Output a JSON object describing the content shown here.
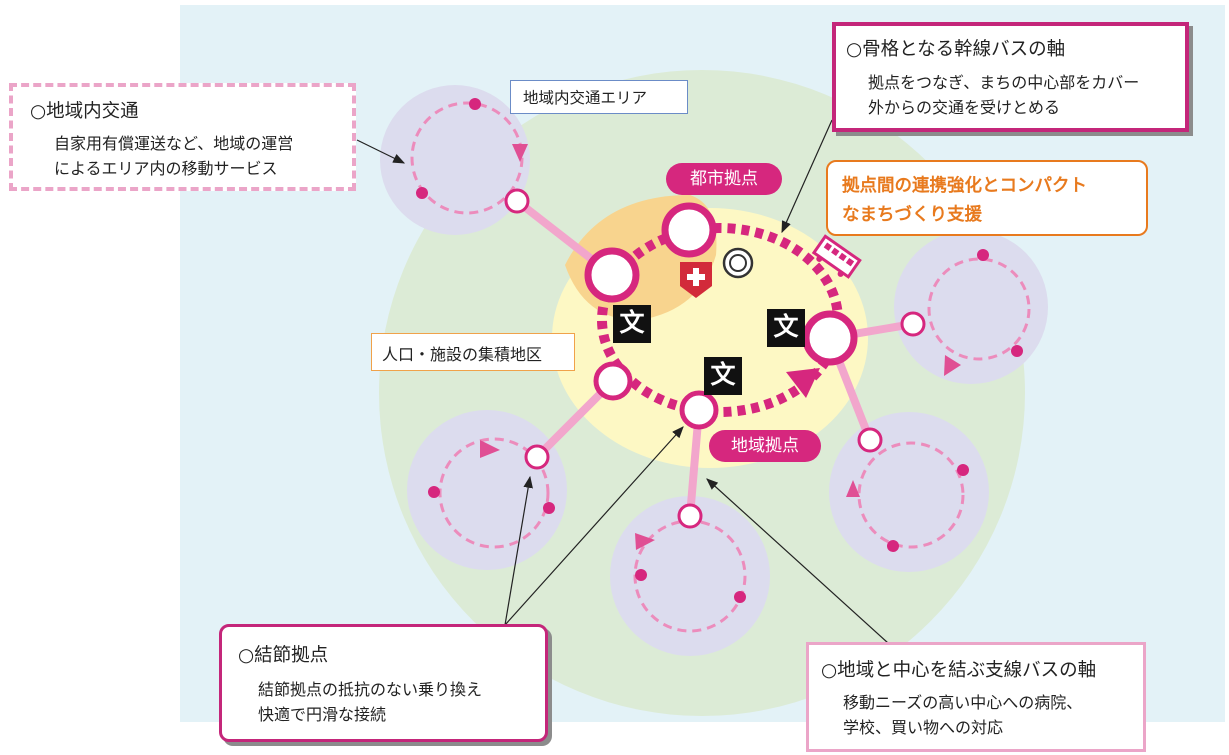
{
  "labels": {
    "area_label": "地域内交通エリア",
    "toshi_kyoten": "都市拠点",
    "chiiki_kyoten": "地域拠点",
    "shuseki": "人口・施設の集積地区",
    "school_symbol": "文"
  },
  "callouts": {
    "local_transport": {
      "title": "○地域内交通",
      "lines": [
        "自家用有償運送など、地域の運営",
        "によるエリア内の移動サービス"
      ]
    },
    "trunk_bus": {
      "title": "○骨格となる幹線バスの軸",
      "lines": [
        "拠点をつなぎ、まちの中心部をカバー",
        "外からの交通を受けとめる"
      ]
    },
    "compact": {
      "lines": [
        "拠点間の連携強化とコンパクト",
        "なまちづくり支援"
      ]
    },
    "node": {
      "title": "○結節拠点",
      "lines": [
        "結節拠点の抵抗のない乗り換え",
        "快適で円滑な接続"
      ]
    },
    "branch_bus": {
      "title": "○地域と中心を結ぶ支線バスの軸",
      "lines": [
        "移動ニーズの高い中心への病院、",
        "学校、買い物への対応"
      ]
    }
  },
  "colors": {
    "background": "#e3f2f7",
    "outer_green": "#dcebd6",
    "core_yellow": "#fdf8c4",
    "city_orange": "#f8d48e",
    "area_circle": "#dcdcee",
    "magenta": "#d6277e",
    "light_pink": "#f2a6cc",
    "dashed_pink": "#ec8cbc",
    "orange_text": "#e87a1e"
  },
  "icons": [
    "hospital-icon",
    "station-icon",
    "bus-icon",
    "school-icon"
  ]
}
